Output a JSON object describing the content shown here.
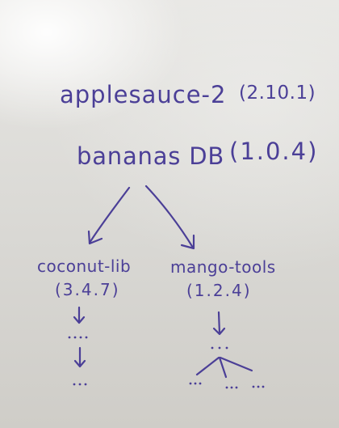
{
  "whiteboard": {
    "line1": {
      "name": "applesauce-2",
      "version": "(2.10.1)"
    },
    "line2": {
      "name": "bananas DB",
      "version": "(1.0.4)"
    },
    "left_dep": {
      "name": "coconut-lib",
      "version": "(3.4.7)"
    },
    "right_dep": {
      "name": "mango-tools",
      "version": "(1.2.4)"
    }
  },
  "colors": {
    "ink": "#4b3f97",
    "board": "#d9d8d4"
  }
}
